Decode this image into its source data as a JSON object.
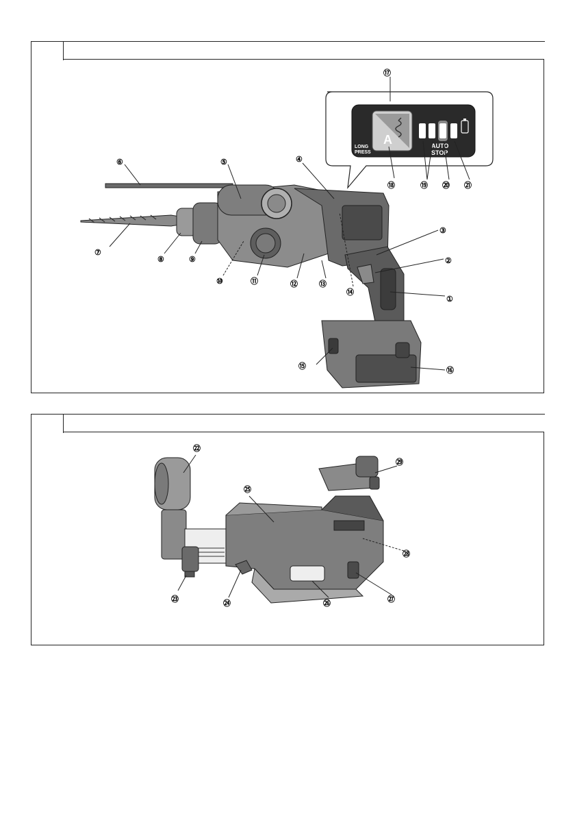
{
  "figure1": {
    "callouts": [
      "⑰",
      "⑥",
      "⑤",
      "④",
      "⑦",
      "⑧",
      "⑨",
      "⑩",
      "⑪",
      "⑫",
      "⑬",
      "⑭",
      "③",
      "②",
      "①",
      "⑮",
      "⑯",
      "⑱",
      "⑲",
      "⑳",
      "㉑"
    ],
    "panel": {
      "mode_letter": "A",
      "long_press_line1": "LONG",
      "long_press_line2": "PRESS",
      "auto_stop_line1": "AUTO",
      "auto_stop_line2": "STOP"
    }
  },
  "figure2": {
    "callouts": [
      "㉒",
      "㉕",
      "㉙",
      "㉘",
      "㉓",
      "㉔",
      "㉖",
      "㉗"
    ]
  }
}
